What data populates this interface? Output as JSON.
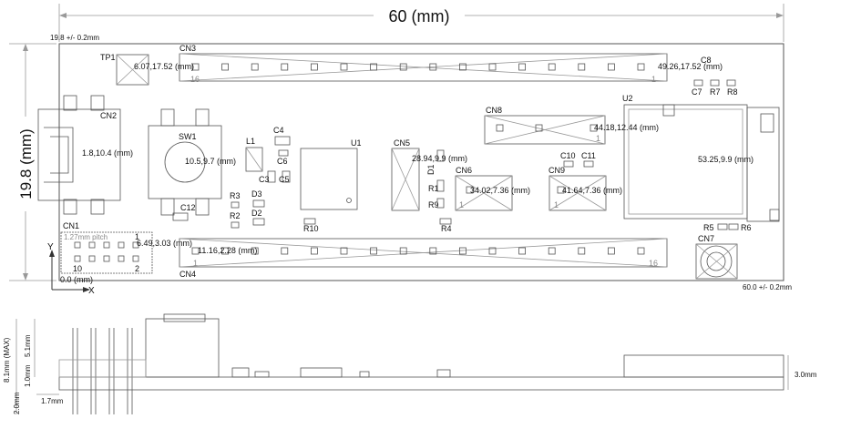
{
  "dimensions": {
    "width_main": "60 (mm)",
    "height_main": "19.8 (mm)",
    "width_tol": "60.0 +/- 0.2mm",
    "height_tol": "19.8 +/- 0.2mm",
    "thickness": "3.0mm",
    "max_height": "8.1mm (MAX)",
    "side_5": "5.1mm",
    "side_1": "1.0mm",
    "side_2": "2.0mm",
    "side_17": "1.7mm"
  },
  "axes": {
    "y": "Y",
    "x": "X",
    "origin": "0.0 (mm)"
  },
  "components": {
    "TP1": "TP1",
    "CN3": "CN3",
    "C8": "C8",
    "C7": "C7",
    "R7": "R7",
    "R8": "R8",
    "CN2": "CN2",
    "SW1": "SW1",
    "L1": "L1",
    "C4": "C4",
    "C6": "C6",
    "C3": "C3",
    "C5": "C5",
    "U1": "U1",
    "CN5": "CN5",
    "D1": "D1",
    "CN8": "CN8",
    "U2": "U2",
    "C10": "C10",
    "C11": "C11",
    "CN6": "CN6",
    "CN9": "CN9",
    "R3": "R3",
    "D3": "D3",
    "R2": "R2",
    "D2": "D2",
    "C12": "C12",
    "R1": "R1",
    "R9": "R9",
    "R4": "R4",
    "R10": "R10",
    "R5": "R5",
    "R6": "R6",
    "CN7": "CN7",
    "CN1": "CN1",
    "CN4": "CN4"
  },
  "coords": {
    "tp1": "6.07,17.52 (mm)",
    "cn3_right": "49.26,17.52 (mm)",
    "cn2": "1.8,10.4 (mm)",
    "sw1": "10.5,9.7 (mm)",
    "cn5": "28.94,9.9 (mm)",
    "cn8": "44.18,12.44 (mm)",
    "u2": "53.25,9.9 (mm)",
    "cn6": "34.02,7.36 (mm)",
    "cn9": "41.64,7.36 (mm)",
    "cn1": "6.49,3.03 (mm)",
    "cn4": "11.16,2.28 (mm)"
  },
  "pins": {
    "cn3_16": "16",
    "cn3_1": "1",
    "cn4_1": "1",
    "cn4_16": "16",
    "cn1_1": "1",
    "cn1_2": "2",
    "cn1_10": "10",
    "cn8_1": "1",
    "cn6_1": "1",
    "cn9_1": "1"
  },
  "cn1_pitch": "1.27mm pitch"
}
